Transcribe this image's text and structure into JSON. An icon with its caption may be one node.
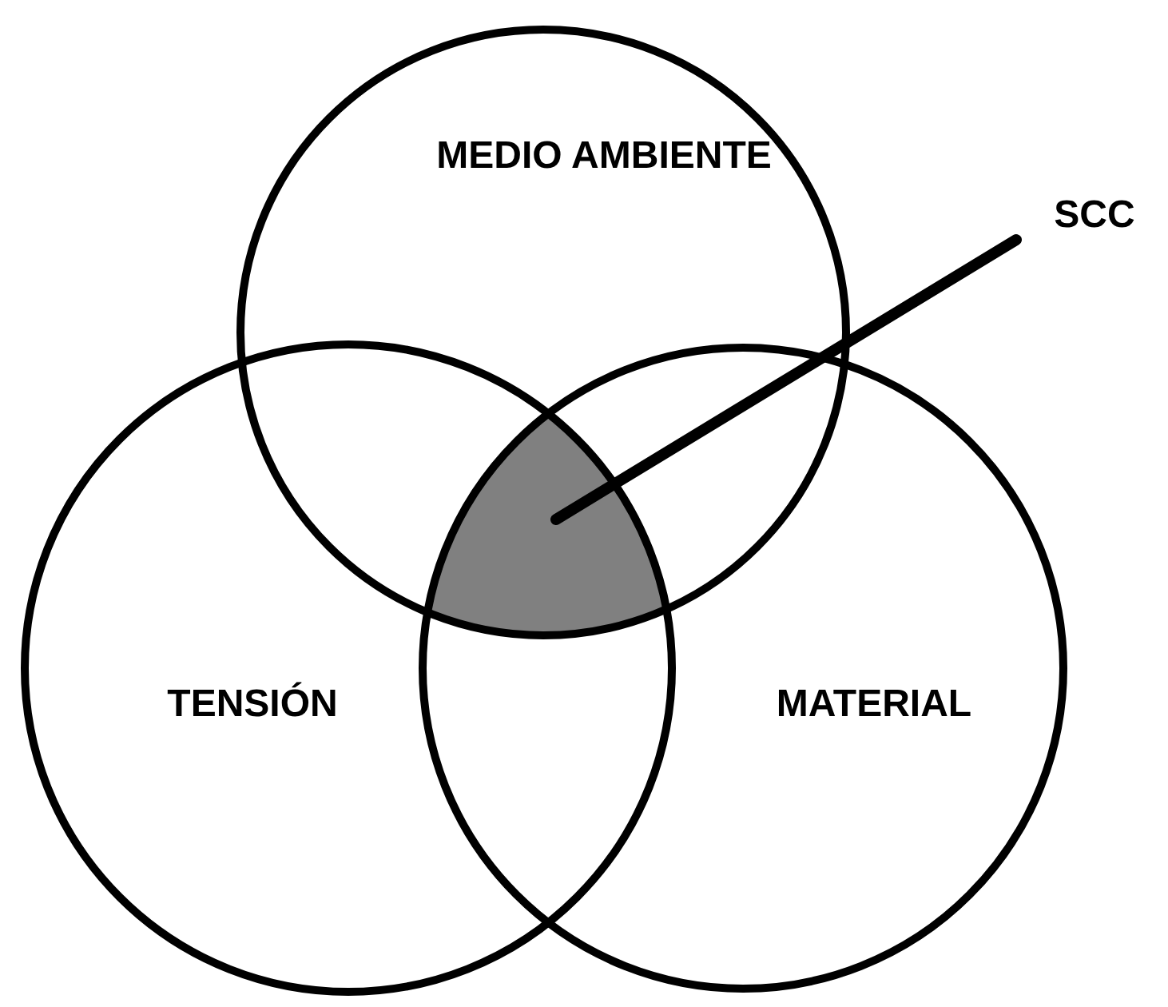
{
  "diagram": {
    "nodes": [
      {
        "text": [
          "MEDIO AMBIENTE"
        ]
      },
      {
        "text": [
          "TENSIÓN"
        ]
      },
      {
        "text": [
          "MATERIAL"
        ]
      },
      {
        "text": [
          "SCC"
        ]
      },
      {
        "text": [],
        "shape": "region"
      }
    ],
    "edges": [
      {
        "from": 3,
        "to": 4,
        "arrow": "none"
      }
    ]
  }
}
